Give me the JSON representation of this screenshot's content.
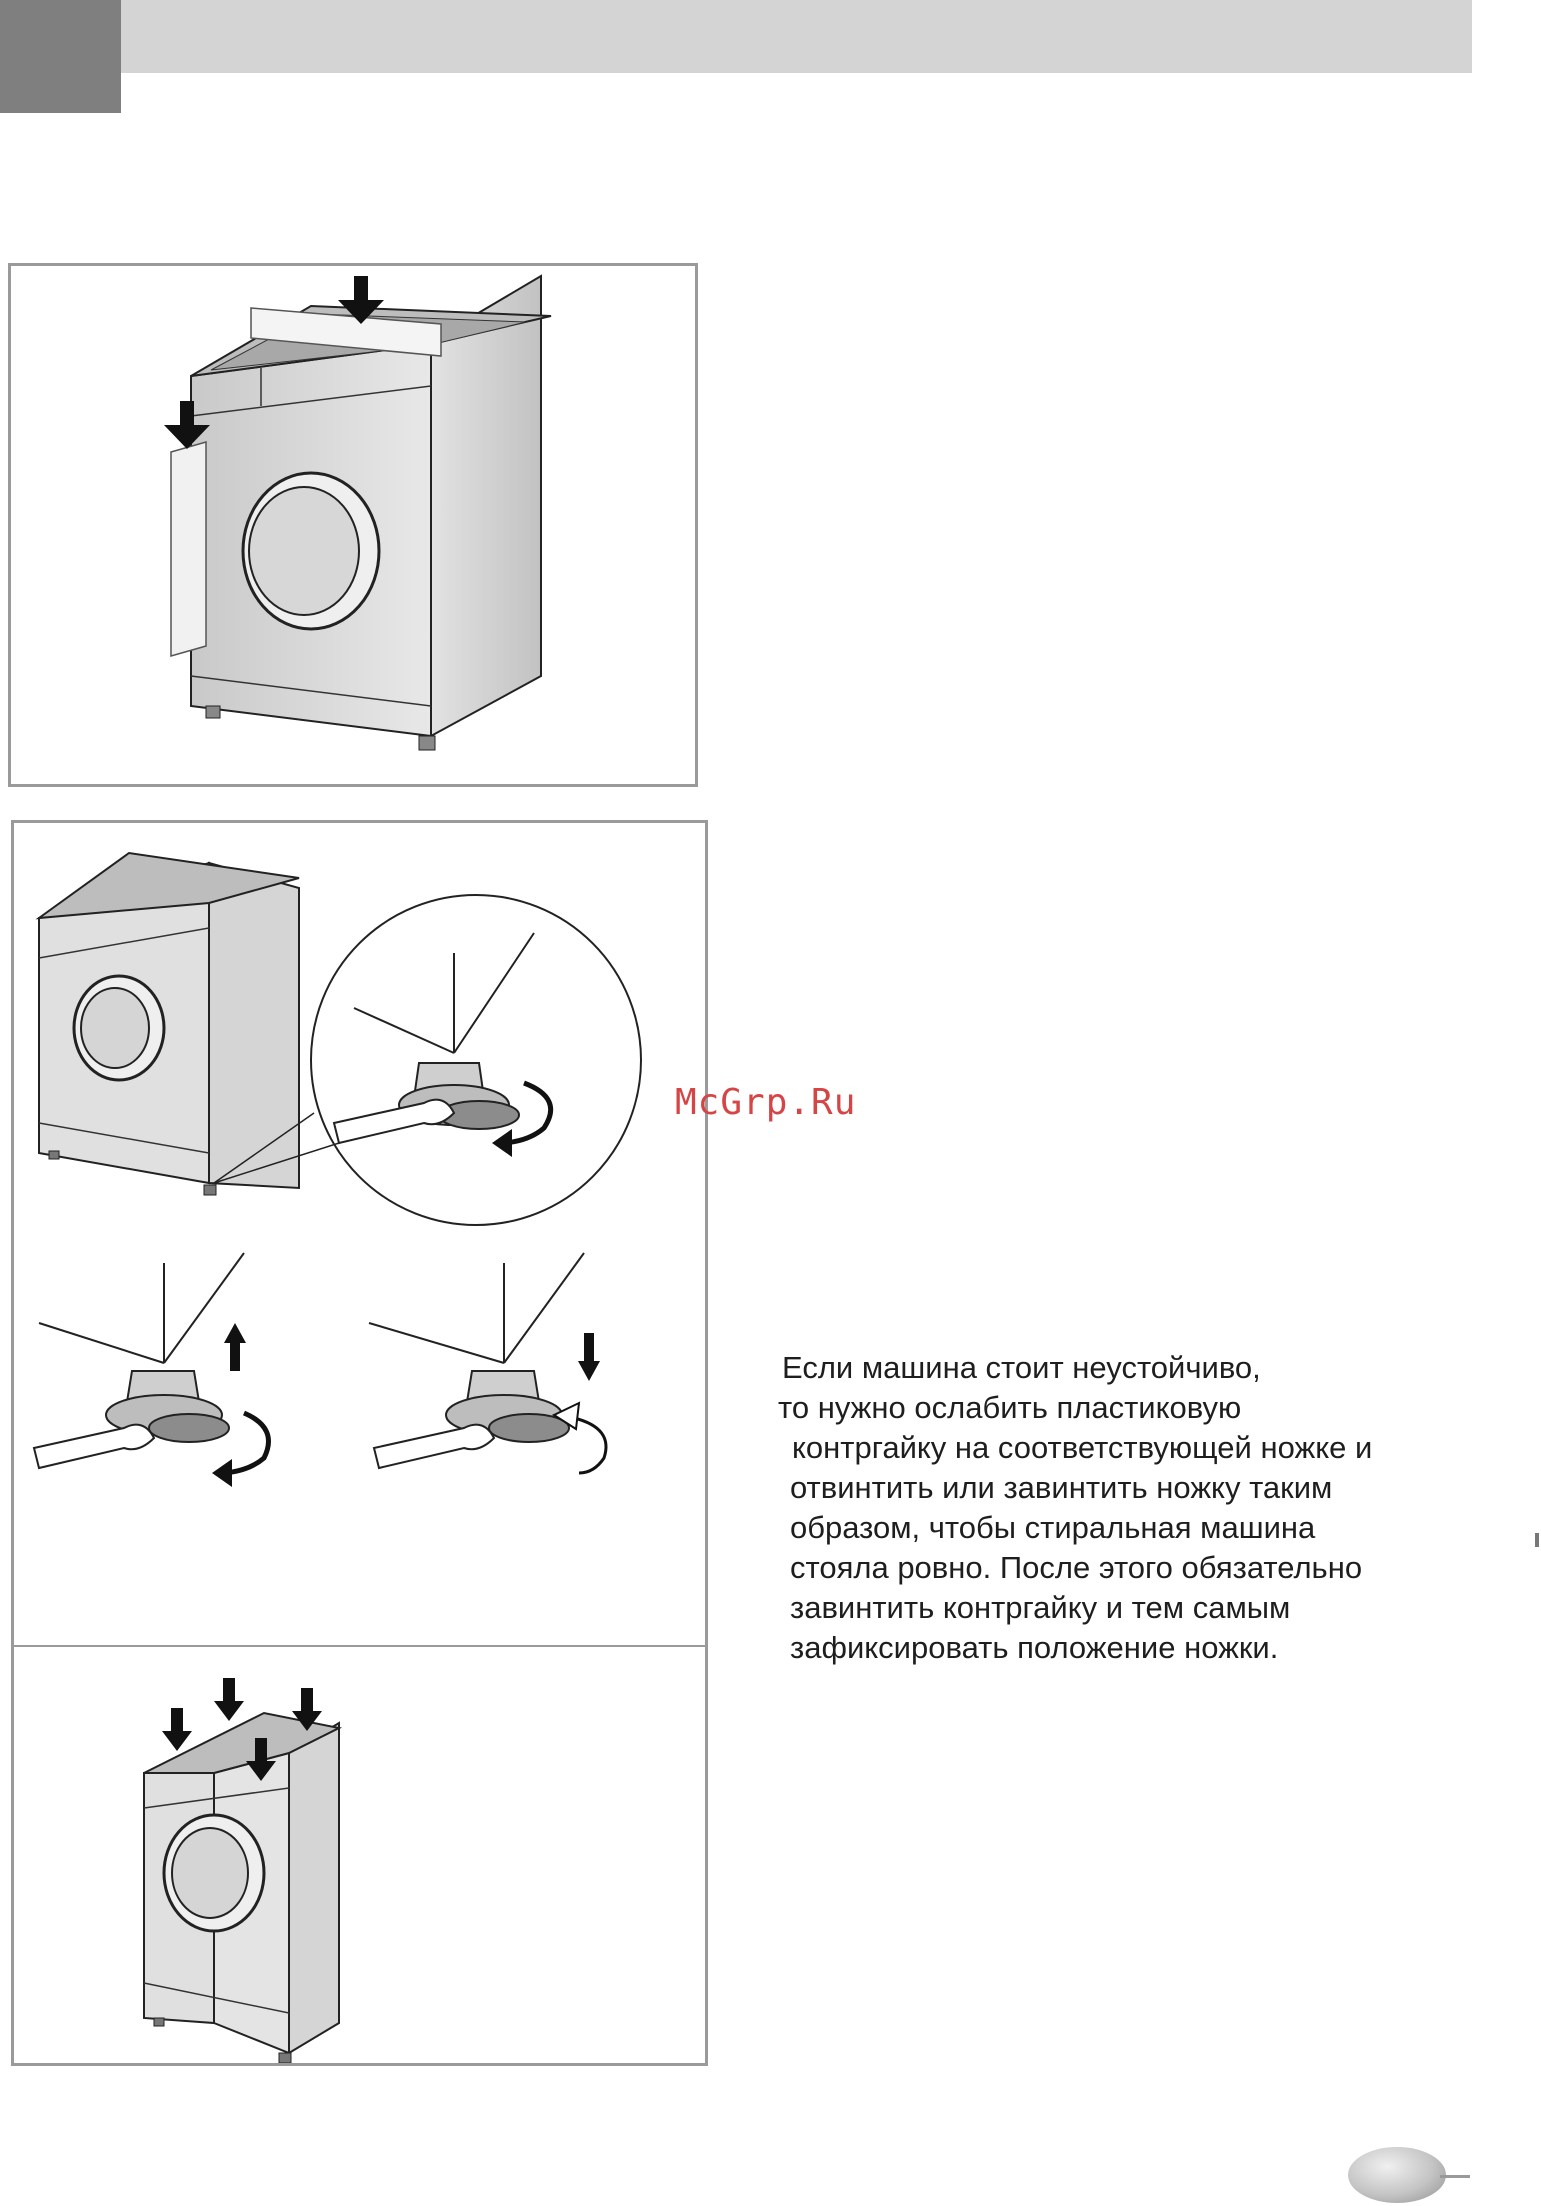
{
  "colors": {
    "header_dark": "#7f7f7f",
    "header_light": "#d4d4d4",
    "panel_border": "#9a9a9a",
    "watermark": "#d64545"
  },
  "watermark": "McGrp.Ru",
  "instructions": {
    "lines": [
      "Если машина стоит неустойчиво,",
      "то нужно ослабить пластиковую",
      "контргайку на соответствующей ножке и",
      "отвинтить или завинтить ножку таким",
      "образом, чтобы стиральная машина",
      "стояла ровно. После этого обязательно",
      "завинтить контргайку и тем самым",
      "зафиксировать положение ножки."
    ]
  },
  "icons": [
    "arrow-down-icon",
    "arrow-up-icon",
    "rotate-arrow-icon",
    "wrench-icon"
  ]
}
